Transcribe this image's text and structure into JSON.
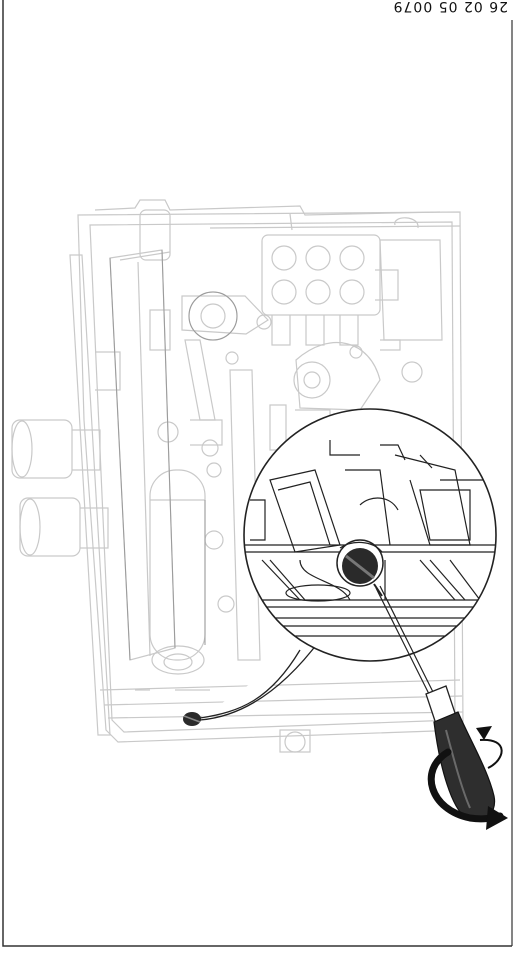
{
  "figure": {
    "reference_code": "26 02 05 0079",
    "colors": {
      "line_light": "#c9c9c9",
      "line_mid": "#9a9a9a",
      "line_dark": "#222222",
      "screw_dark": "#2a2a2a",
      "arrow": "#111111"
    },
    "icons": {
      "device": "heater-housing-drawing",
      "detail": "magnified-screw-detail",
      "tool": "screwdriver-icon",
      "rotation": "rotate-arrow-icon"
    }
  }
}
